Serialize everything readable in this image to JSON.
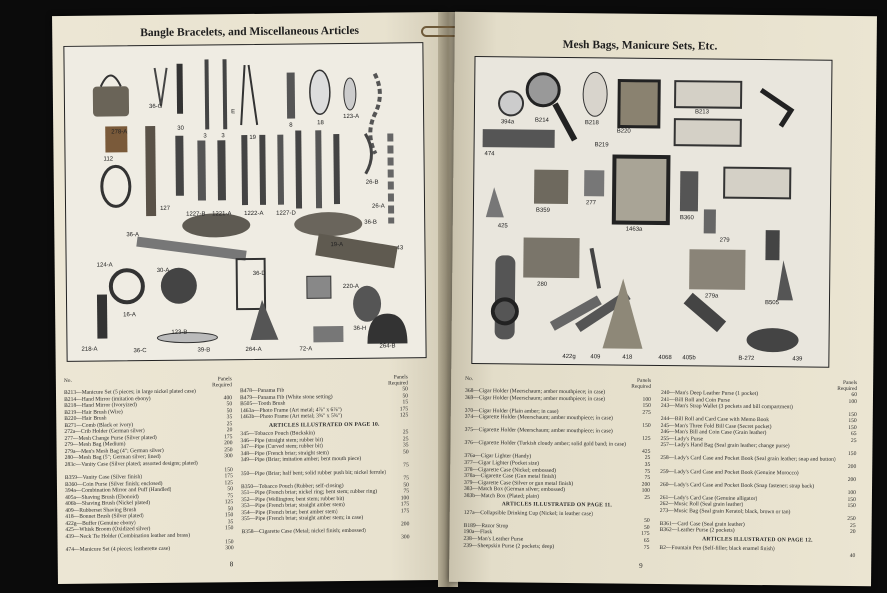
{
  "left_page": {
    "header": "Bangle Bracelets, and Miscellaneous Articles",
    "page_number": "8",
    "plate_labels": [
      "278-A",
      "36-G",
      "30",
      "3",
      "3",
      "E",
      "19",
      "8",
      "18",
      "123-A",
      "112",
      "36-A",
      "127",
      "124-A",
      "1222-A",
      "1221-A",
      "1227-D",
      "1227-B",
      "26-B",
      "26-A",
      "36-B",
      "19-A",
      "43",
      "30-A",
      "16-A",
      "220-A",
      "123-B",
      "36-D",
      "36-H",
      "218-A",
      "36-C",
      "39-B",
      "264-A",
      "72-A",
      "264-B"
    ],
    "col1": {
      "head_no": "No.",
      "head_panels": "Panels\nRequired",
      "rows": [
        {
          "t": "B213—Manicure Set (5 pieces; in large nickel plated case)",
          "v": ""
        },
        {
          "t": "B214—Hand Mirror (imitation ebony)",
          "v": "400"
        },
        {
          "t": "B218—Hand Mirror (Ivoryized)",
          "v": "50"
        },
        {
          "t": "B219—Hair Brush (Wire)",
          "v": "50"
        },
        {
          "t": "B220—Hair Brush",
          "v": "35"
        },
        {
          "t": "B271—Comb (Black or ivory)",
          "v": "25"
        },
        {
          "t": "272a—Crib Holder (German silver)",
          "v": "20"
        },
        {
          "t": "277—Mesh Change Purse (Silver plated)",
          "v": "175"
        },
        {
          "t": "279—Mesh Bag (Medium)",
          "v": "200"
        },
        {
          "t": "279a—Men's Mesh Bag (4\"; German silver)",
          "v": "250"
        },
        {
          "t": "280—Mesh Bag (5\"; German silver; lined)",
          "v": "300"
        },
        {
          "t": "283c—Vanity Case (Silver plated; assorted designs; plated)",
          "v": ""
        },
        {
          "t": "",
          "v": "150"
        },
        {
          "t": "B359—Vanity Case (Silver finish)",
          "v": "175"
        },
        {
          "t": "B360—Coin Purse (Silver finish; enclosed)",
          "v": "125"
        },
        {
          "t": "394a—Combination Mirror and Puff (Handled)",
          "v": "50"
        },
        {
          "t": "405a—Shaving Brush (Ebonoid)",
          "v": "75"
        },
        {
          "t": "406b—Shaving Brush (Nickel plated)",
          "v": "125"
        },
        {
          "t": "409—Rubberset Shaving Brush",
          "v": "50"
        },
        {
          "t": "418—Bonnet Brush (Silver plated)",
          "v": "150"
        },
        {
          "t": "422g—Buffer (Genuine ebony)",
          "v": "35"
        },
        {
          "t": "425—Whisk Broom (Oxidized silver)",
          "v": "150"
        },
        {
          "t": "439—Neck Tie Holder (Combination leather and brass)",
          "v": ""
        },
        {
          "t": "",
          "v": "150"
        },
        {
          "t": "474—Manicure Set (4 pieces; leatherette case)",
          "v": "300"
        }
      ]
    },
    "col2": {
      "head_panels": "Panels\nRequired",
      "rows": [
        {
          "t": "B478—Panama Fib",
          "v": "50"
        },
        {
          "t": "B479—Panama Fib (White stone setting)",
          "v": "50"
        },
        {
          "t": "B505—Tooth Brush",
          "v": "15"
        },
        {
          "t": "1463a—Photo Frame (Art metal; 4⅞\" x 6⅞\")",
          "v": "175"
        },
        {
          "t": "1463b—Photo Frame (Art metal; 3¾\" x 5¾\")",
          "v": "125"
        }
      ],
      "section_head": "ARTICLES ILLUSTRATED ON PAGE 10.",
      "rows2": [
        {
          "t": "345—Tobacco Pouch (Buckskin)",
          "v": "25"
        },
        {
          "t": "346—Pipe (straight stem; rubber bit)",
          "v": "25"
        },
        {
          "t": "347—Pipe (Curved stem; rubber bit)",
          "v": "35"
        },
        {
          "t": "348—Pipe (French briar; straight stem)",
          "v": "50"
        },
        {
          "t": "349—Pipe (Briar; imitation amber; bent mouth piece)",
          "v": ""
        },
        {
          "t": "",
          "v": "75"
        },
        {
          "t": "350—Pipe (Briar; half bent; solid rubber push bit; nickel ferrule)",
          "v": ""
        },
        {
          "t": "",
          "v": "75"
        },
        {
          "t": "B350—Tobacco Pouch (Rubber; self-closing)",
          "v": "50"
        },
        {
          "t": "351—Pipe (French briar; nickel ring; bent stem; rubber ring)",
          "v": "75"
        },
        {
          "t": "352—Pipe (Wellington; bent stem; rubber bit)",
          "v": "100"
        },
        {
          "t": "353—Pipe (French briar; straight amber stem)",
          "v": "175"
        },
        {
          "t": "354—Pipe (French briar; bent amber stem)",
          "v": "175"
        },
        {
          "t": "355—Pipe (French briar; straight amber stem; in case)",
          "v": ""
        },
        {
          "t": "",
          "v": "200"
        },
        {
          "t": "B358—Cigarette Case (Metal; nickel finish; embossed)",
          "v": ""
        },
        {
          "t": "",
          "v": "300"
        }
      ]
    }
  },
  "right_page": {
    "header": "Mesh Bags, Manicure Sets, Etc.",
    "page_number": "9",
    "plate_labels": [
      "474",
      "405b",
      "418",
      "409",
      "422g",
      "B218",
      "B214",
      "B213",
      "439",
      "425",
      "394a",
      "B220",
      "B219",
      "277",
      "B505",
      "B359",
      "B360",
      "1463a",
      "280",
      "279a",
      "4068",
      "279",
      "B-272"
    ],
    "col1": {
      "head_no": "No.",
      "head_panels": "Panels\nRequired",
      "rows": [
        {
          "t": "368—Cigar Holder (Meerschaum; amber mouthpiece; in case)",
          "v": ""
        },
        {
          "t": "369—Cigar Holder (Meerschaum; amber mouthpiece; in case)",
          "v": "100"
        },
        {
          "t": "",
          "v": "150"
        },
        {
          "t": "370—Cigar Holder (Plain amber; in case)",
          "v": "275"
        },
        {
          "t": "374—Cigarette Holder (Meerschaum; amber mouthpiece; in case)",
          "v": ""
        },
        {
          "t": "",
          "v": "150"
        },
        {
          "t": "375—Cigarette Holder (Meerschaum; amber mouthpiece; in case)",
          "v": ""
        },
        {
          "t": "",
          "v": "125"
        },
        {
          "t": "376—Cigarette Holder (Turkish cloudy amber; solid gold band; in case)",
          "v": ""
        },
        {
          "t": "",
          "v": "425"
        },
        {
          "t": "376a—Cigar Lighter (Handy)",
          "v": "25"
        },
        {
          "t": "377—Cigar Lighter (Pocket size)",
          "v": "35"
        },
        {
          "t": "378—Cigarette Case (Nickel; embossed)",
          "v": "75"
        },
        {
          "t": "378a—Cigarette Case (Gun metal finish)",
          "v": "75"
        },
        {
          "t": "379—Cigarette Case (Silver or gun metal finish)",
          "v": "200"
        },
        {
          "t": "383—Match Box (German silver; embossed)",
          "v": "100"
        },
        {
          "t": "383b—Match Box (Plated; plain)",
          "v": "25"
        }
      ],
      "section_head": "ARTICLES ILLUSTRATED ON PAGE 11.",
      "rows2": [
        {
          "t": "127a—Collapsible Drinking Cup (Nickel; in leather case)",
          "v": ""
        },
        {
          "t": "",
          "v": "50"
        },
        {
          "t": "B189—Razor Strop",
          "v": "50"
        },
        {
          "t": "190a—Flask",
          "v": "175"
        },
        {
          "t": "238—Man's Leather Purse",
          "v": "65"
        },
        {
          "t": "239—Sheepskin Purse (2 pockets; deep)",
          "v": "75"
        }
      ]
    },
    "col2": {
      "head_panels": "Panels\nRequired",
      "rows": [
        {
          "t": "240—Man's Deep Leather Purse (1 pocket)",
          "v": "60"
        },
        {
          "t": "241—Bill Roll and Coin Purse",
          "v": "100"
        },
        {
          "t": "243—Man's Strap Wallet (3 pockets and bill compartment)",
          "v": ""
        },
        {
          "t": "",
          "v": "150"
        },
        {
          "t": "244—Bill Roll and Card Case with Memo Book",
          "v": "150"
        },
        {
          "t": "245—Man's Three Fold Bill Case (Secret pocket)",
          "v": "150"
        },
        {
          "t": "246—Man's Bill and Coin Case (Grain leather)",
          "v": "65"
        },
        {
          "t": "255—Lady's Purse",
          "v": "25"
        },
        {
          "t": "257—Lady's Hand Bag (Seal grain leather; change purse)",
          "v": ""
        },
        {
          "t": "",
          "v": "150"
        },
        {
          "t": "258—Lady's Card Case and Pocket Book (Seal grain leather; snap and button)",
          "v": ""
        },
        {
          "t": "",
          "v": "200"
        },
        {
          "t": "259—Lady's Card Case and Pocket Book (Genuine Morocco)",
          "v": ""
        },
        {
          "t": "",
          "v": "200"
        },
        {
          "t": "260—Lady's Card Case and Pocket Book (Snap fastener; strap back)",
          "v": ""
        },
        {
          "t": "",
          "v": "100"
        },
        {
          "t": "261—Lady's Card Case (Genuine alligator)",
          "v": "150"
        },
        {
          "t": "262—Music Roll (Seal grain leather)",
          "v": "150"
        },
        {
          "t": "273—Music Bag (Seal grain Keratol; black, brown or tan)",
          "v": ""
        },
        {
          "t": "",
          "v": "250"
        },
        {
          "t": "B361—Card Case (Seal grain leather)",
          "v": "25"
        },
        {
          "t": "B362—Leather Purse (2 pockets)",
          "v": "20"
        }
      ],
      "section_head": "ARTICLES ILLUSTRATED ON PAGE 12.",
      "rows2": [
        {
          "t": "B2—Fountain Pen (Self-filler; black enamel finish)",
          "v": ""
        },
        {
          "t": "",
          "v": "40"
        }
      ]
    }
  }
}
